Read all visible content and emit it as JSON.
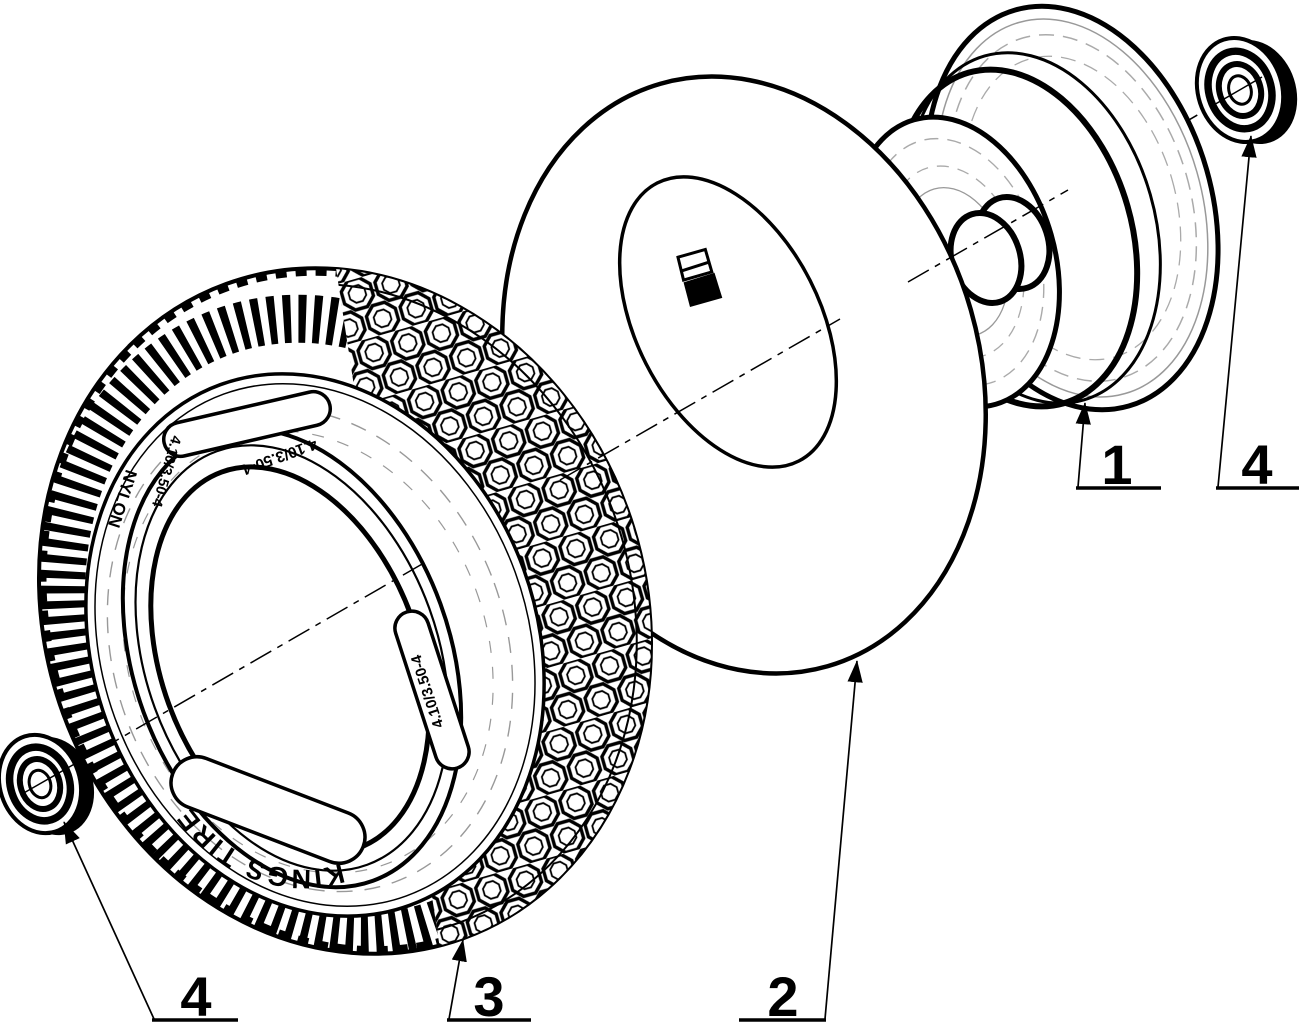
{
  "drawing": {
    "title": "wheel-assembly-exploded-view",
    "colors": {
      "ink": "#000000",
      "hidden_line": "#999999",
      "background": "#ffffff"
    }
  },
  "parts": {
    "tire": {
      "callout": "3",
      "brand": "KINGS TIRE",
      "ply": "NYLON",
      "size": "4.10/3.50-4"
    },
    "tube_disc": {
      "callout": "2"
    },
    "wheel_rim": {
      "callout": "1"
    },
    "bearing_lower_left": {
      "callout": "4"
    },
    "bearing_upper_right": {
      "callout": "4"
    }
  },
  "callouts": [
    {
      "number": "1"
    },
    {
      "number": "2"
    },
    {
      "number": "3"
    },
    {
      "number": "4"
    },
    {
      "number": "4"
    }
  ]
}
